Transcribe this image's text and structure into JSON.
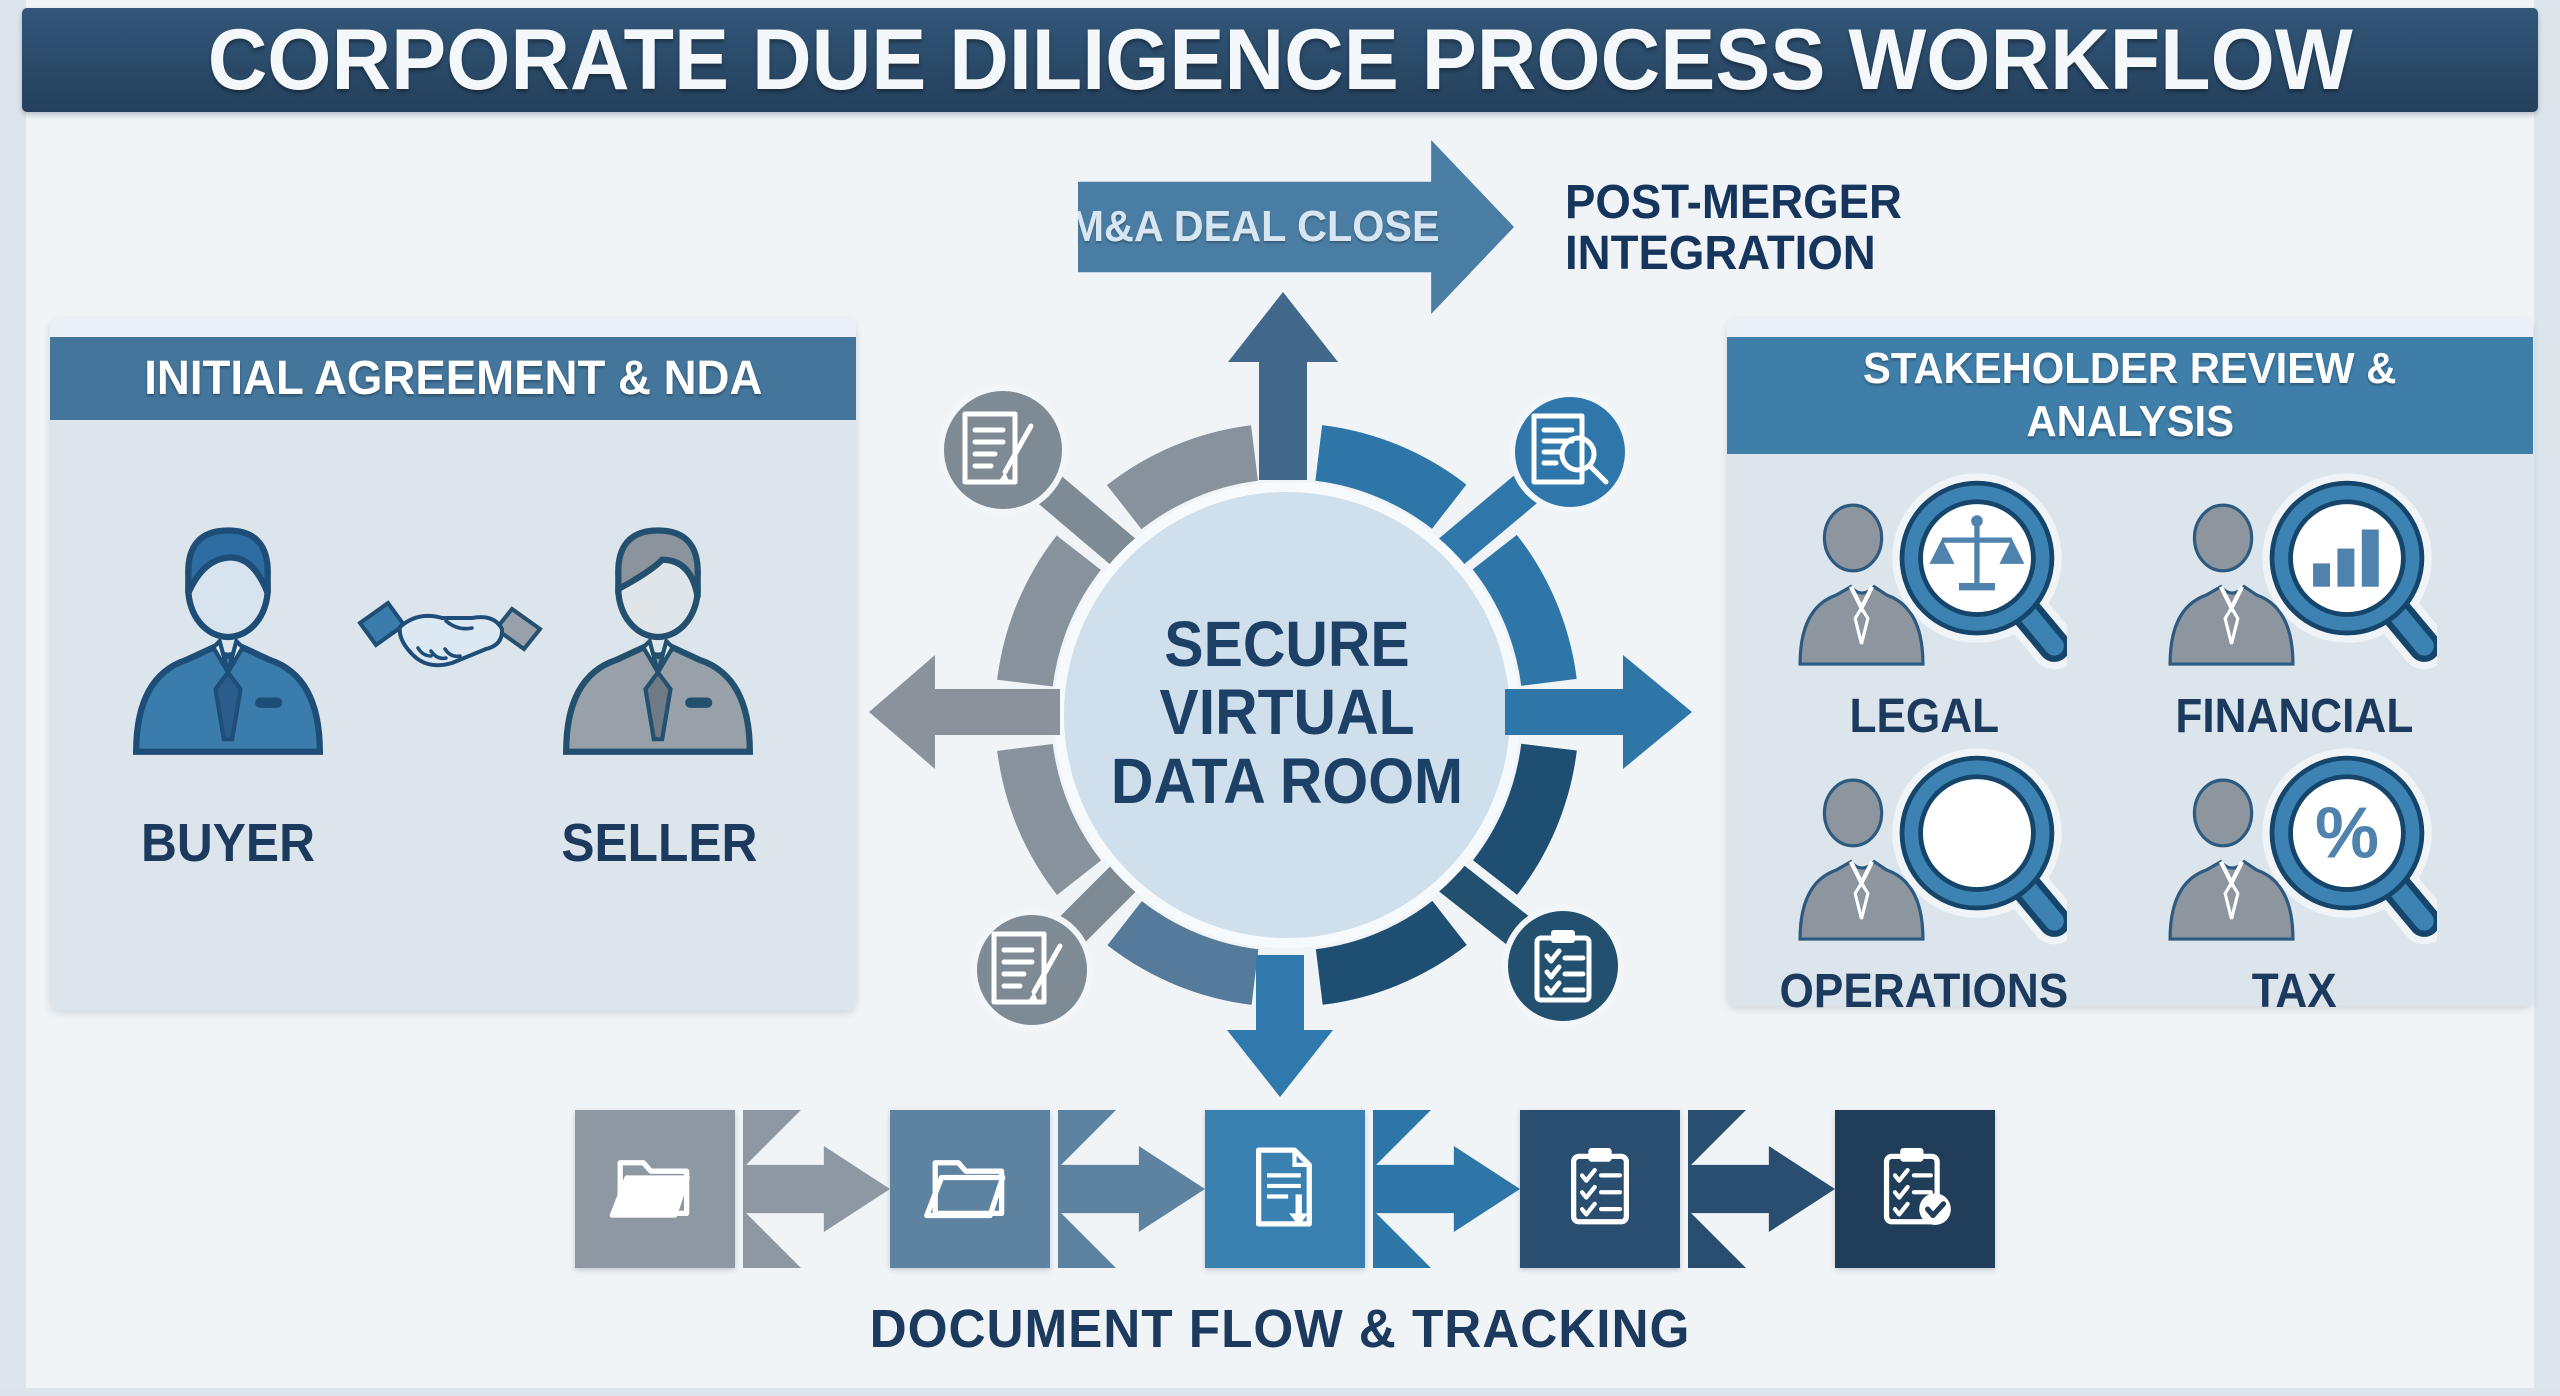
{
  "title": "CORPORATE DUE DILIGENCE PROCESS WORKFLOW",
  "top_flow": {
    "deal_close_label": "M&A DEAL CLOSE",
    "post_merger_line1": "POST-MERGER",
    "post_merger_line2": "INTEGRATION"
  },
  "left_panel": {
    "header": "INITIAL AGREEMENT & NDA",
    "buyer_label": "BUYER",
    "seller_label": "SELLER",
    "icons": [
      "buyer-person-icon",
      "handshake-icon",
      "seller-person-icon"
    ]
  },
  "hub": {
    "line1": "SECURE",
    "line2": "VIRTUAL",
    "line3": "DATA ROOM",
    "node_icons": [
      "document-pencil-icon",
      "document-magnifier-icon",
      "document-pencil-icon",
      "checklist-icon"
    ],
    "arrow_icons": [
      "arrow-up",
      "arrow-right",
      "arrow-down",
      "arrow-left"
    ]
  },
  "right_panel": {
    "header_line1": "STAKEHOLDER REVIEW &",
    "header_line2": "ANALYSIS",
    "items": [
      {
        "label": "LEGAL",
        "icon": "scales-magnifier-icon"
      },
      {
        "label": "FINANCIAL",
        "icon": "bar-chart-magnifier-icon"
      },
      {
        "label": "OPERATIONS",
        "icon": "magnifier-icon"
      },
      {
        "label": "TAX",
        "icon": "percent-magnifier-icon"
      }
    ]
  },
  "bottom_flow": {
    "caption": "DOCUMENT FLOW & TRACKING",
    "steps": [
      "folder-open-icon",
      "folder-open-outline-icon",
      "document-download-icon",
      "checklist-icon",
      "checklist-approved-icon"
    ]
  },
  "colors": {
    "title_bar": "#2a4a68",
    "steel_blue": "#4a7da3",
    "panel_header_left": "#44759b",
    "panel_header_right": "#3f7ea9",
    "panel_body": "#dce4ec",
    "hub_circle": "#cfdfec",
    "ring_gray": "#87929c",
    "ring_blue": "#2e76a8",
    "ring_navy": "#1f4e73",
    "ring_slate": "#567a9a",
    "text_navy": "#1c3a5e",
    "tile_1": "#8d98a2",
    "tile_2": "#5e83a1",
    "tile_3": "#3a80b0",
    "tile_4": "#2a4e6f",
    "tile_5": "#203d59"
  }
}
